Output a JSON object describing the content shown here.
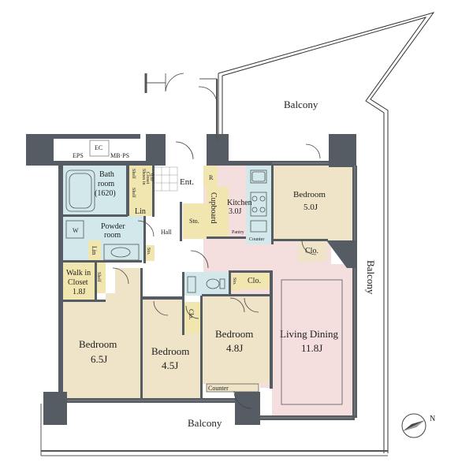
{
  "colors": {
    "bedroom": "#efe3c8",
    "living": "#f5dede",
    "wet": "#d2e8ea",
    "storage": "#f1e6b0",
    "wall": "#555c63",
    "balcony_line": "#555555"
  },
  "labels": {
    "balcony_top": "Balcony",
    "balcony_right": "Balcony",
    "balcony_bottom": "Balcony",
    "eps": "EPS",
    "ec": "EC",
    "mb_ps": "MB·PS",
    "bathroom_line1": "Bath",
    "bathroom_line2": "room",
    "bathroom_line3": "(1620)",
    "shelf_a": "Shelf",
    "shelf_b": "Shelf",
    "shower_closet_line1": "Shoes in",
    "shower_closet_line2": "Closet",
    "shower_closet_line3": "0.6J",
    "lin_top": "Lin",
    "ent": "Ent.",
    "cupboard": "Cupboard",
    "r": "R",
    "kitchen_line1": "Kitchen",
    "kitchen_line2": "3.0J",
    "counter_kitchen": "Counter",
    "pantry": "Pantry",
    "bedroom_ne_line1": "Bedroom",
    "bedroom_ne_line2": "5.0J",
    "clo_ne": "Clo.",
    "w": "W",
    "powder_line1": "Powder",
    "powder_line2": "room",
    "hall": "Hall",
    "sto_hall": "Sto.",
    "lin_mid": "Lin",
    "sto_small": "Sto.",
    "walkin_line1": "Walk in",
    "walkin_line2": "Closet",
    "walkin_line3": "1.8J",
    "shelf_walkin": "Shelf",
    "sto_mid": "Sto.",
    "clo_mid": "Clo.",
    "clo_center": "Clo.",
    "bedroom_sw_line1": "Bedroom",
    "bedroom_sw_line2": "6.5J",
    "bedroom_s_line1": "Bedroom",
    "bedroom_s_line2": "4.5J",
    "bedroom_c_line1": "Bedroom",
    "bedroom_c_line2": "4.8J",
    "living_line1": "Living Dining",
    "living_line2": "11.8J",
    "counter_bottom": "Counter",
    "compass_n": "N"
  }
}
